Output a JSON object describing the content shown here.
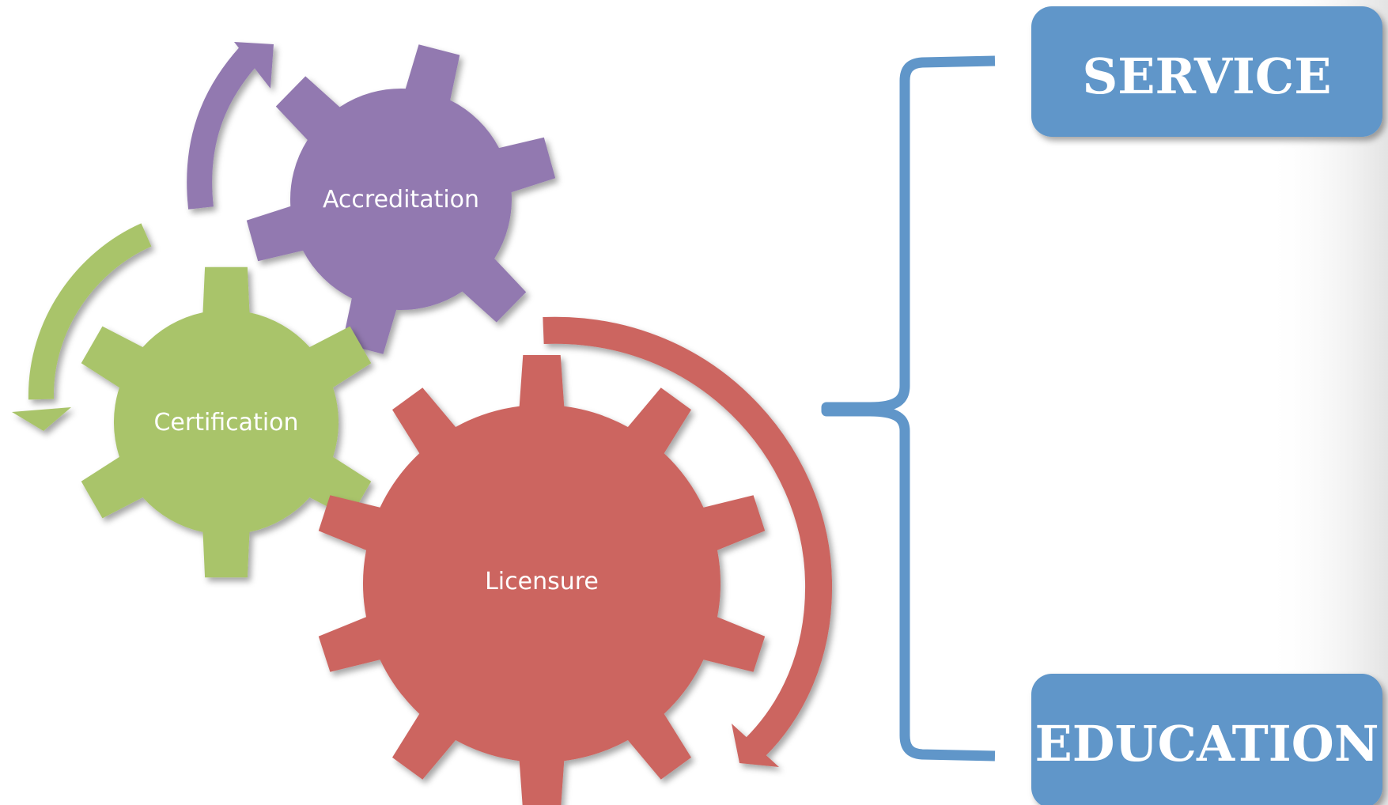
{
  "gears": {
    "accreditation": {
      "label": "Accreditation",
      "color": "#9279b0"
    },
    "certification": {
      "label": "Certification",
      "color": "#a9c46a"
    },
    "licensure": {
      "label": "Licensure",
      "color": "#cc6560"
    }
  },
  "boxes": {
    "service": {
      "label": "SERVICE"
    },
    "education": {
      "label": "EDUCATION"
    },
    "color": "#6096c9"
  },
  "bracket_color": "#6096c9"
}
